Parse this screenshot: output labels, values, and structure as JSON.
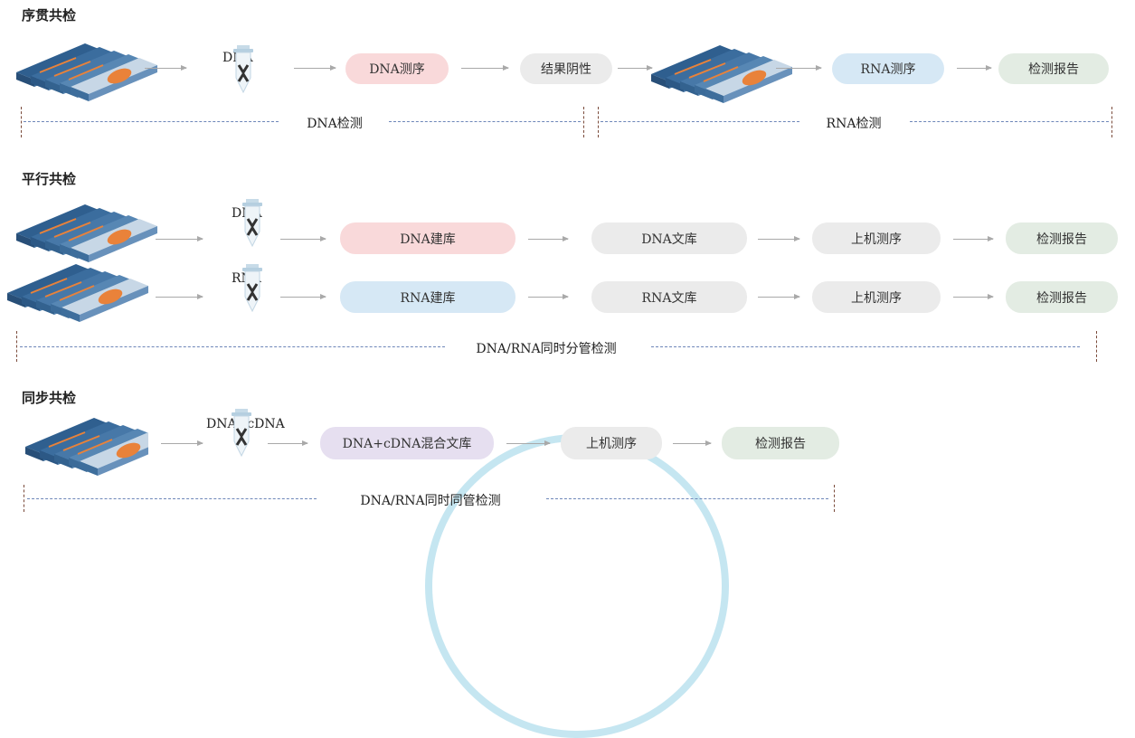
{
  "sections": {
    "s1": {
      "title": "序贯共检",
      "tube_label": "DNA",
      "pill_dna_seq": "DNA测序",
      "pill_negative": "结果阴性",
      "pill_rna_seq": "RNA测序",
      "pill_report": "检测报告",
      "span_dna": "DNA检测",
      "span_rna": "RNA检测"
    },
    "s2": {
      "title": "平行共检",
      "tube_dna": "DNA",
      "tube_rna": "RNA",
      "row_dna": {
        "lib_build": "DNA建库",
        "library": "DNA文库",
        "sequencing": "上机测序",
        "report": "检测报告"
      },
      "row_rna": {
        "lib_build": "RNA建库",
        "library": "RNA文库",
        "sequencing": "上机测序",
        "report": "检测报告"
      },
      "span": "DNA/RNA同时分管检测"
    },
    "s3": {
      "title": "同步共检",
      "tube_label": "DNA+cDNA",
      "pill_mix": "DNA+cDNA混合文库",
      "pill_seq": "上机测序",
      "pill_report": "检测报告",
      "span": "DNA/RNA同时同管检测"
    }
  },
  "colors": {
    "dna_pill": "#f9d9da",
    "rna_pill": "#d6e8f5",
    "grey_pill": "#ebebeb",
    "report_pill": "#e3ece3",
    "mix_pill": "#e6dff0",
    "slide_blue": "#3f6e9c",
    "tissue_orange": "#e9823a",
    "dash_blue": "#6d86b8"
  },
  "icons": [
    "slide-stack-icon",
    "test-tube-icon",
    "arrow-right-icon"
  ]
}
